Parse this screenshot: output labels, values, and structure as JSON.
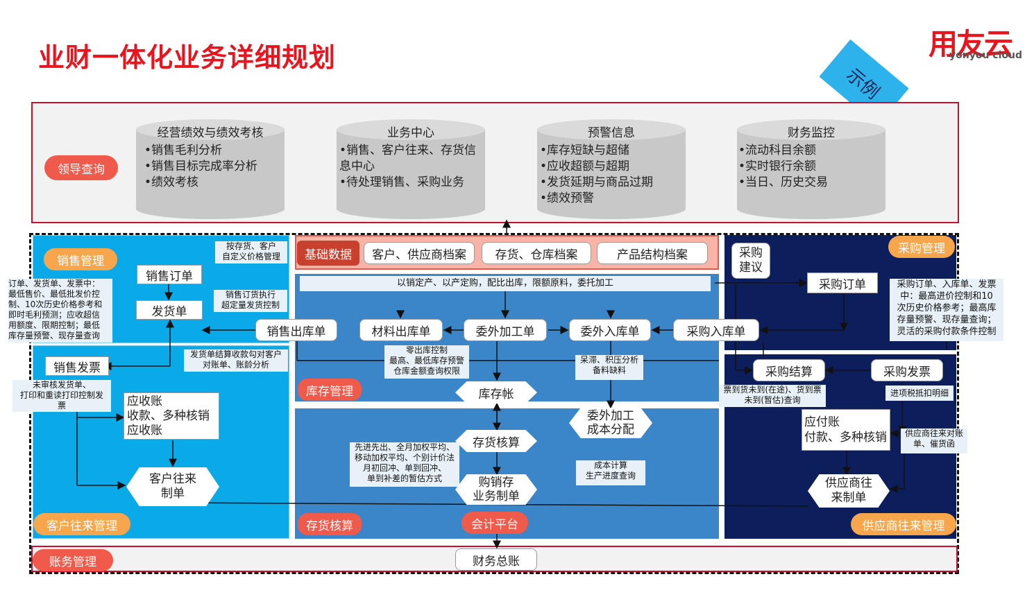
{
  "title": "业财一体化业务详细规划",
  "logo": {
    "brand": "用友云",
    "sub": "yonyou cloud"
  },
  "ribbon": "示例",
  "leader": {
    "label": "领导查询",
    "cylinders": [
      {
        "title": "经营绩效与绩效考核",
        "items": [
          "•销售毛利分析",
          "•销售目标完成率分析",
          "•绩效考核"
        ]
      },
      {
        "title": "业务中心",
        "items": [
          "•销售、客户往来、存货信",
          " 息中心",
          "•待处理销售、采购业务"
        ]
      },
      {
        "title": "预警信息",
        "items": [
          "•库存短缺与超储",
          "•应收超额与超期",
          "•发货延期与商品过期",
          "•绩效预警"
        ]
      },
      {
        "title": "财务监控",
        "items": [
          "•流动科目余额",
          "•实时银行余额",
          "•当日、历史交易"
        ]
      }
    ]
  },
  "sales": {
    "label": "销售管理",
    "order": "销售订单",
    "delivery": "发货单",
    "invoice": "销售发票",
    "note_price": "按存货、客户\n自定义价格管理",
    "note_exec": "销售订货执行\n超定量发货控制",
    "note_left": "订单、发货单、发票中：\n最低售价、最低批发价控\n制、10次历史价格参考和\n即时毛利预测；应收超信\n用额度、限期控制；最低\n库存量预警、现存量查询",
    "note_settle": "发货单结算收款勾对客户\n对账单、账龄分析",
    "note_unaudited": "未审核发货单、\n打印和重读打印控制发\n票"
  },
  "customer": {
    "label": "客户往来管理",
    "ar": "应收账\n收款、多种核销\n应收账",
    "ledger": "客户往来\n制单"
  },
  "basic": {
    "label": "基础数据",
    "items": [
      "客户、供应商档案",
      "存货、仓库档案",
      "产品结构档案"
    ]
  },
  "inventory": {
    "label": "库存管理",
    "banner": "以销定产、以产定购，配比出库，限额原料，委托加工",
    "sales_out": "销售出库单",
    "material_out": "材料出库单",
    "outsource": "委外加工单",
    "outsource_in": "委外入库单",
    "purchase_in": "采购入库单",
    "note_zero": "零出库控制\n最高、最低库存预警\n仓库金额查询权限",
    "note_stale": "呆滞、积压分析\n备料缺料",
    "stock_ledger": "库存帐"
  },
  "costing": {
    "label": "存货核算",
    "stock_accounting": "存货核算",
    "outsource_cost": "委外加工\n成本分配",
    "note_methods": "先进先出、全月加权平均、\n移动加权平均、个别计价法\n月初回冲、单到回冲、\n单到补差的暂估方式",
    "note_cost": "成本计算\n生产进度查询",
    "psi": "购销存\n业务制单",
    "platform": "会计平台"
  },
  "purchase": {
    "label": "采购管理",
    "suggest": "采购\n建议",
    "order": "采购订单",
    "note": "采购订单、入库单、发票\n中：最高进价控制和10\n次历史价格参考；最高库\n存量预警、现存量查询；\n灵活的采购付款条件控制",
    "settle": "采购结算",
    "invoice": "采购发票",
    "note_arrival": "票到货未到(在途)、货到票\n未到(暂估)查询",
    "note_tax": "进项税抵扣明细"
  },
  "supplier": {
    "label": "供应商往来管理",
    "ap": "应付账\n付款、多种核销",
    "note_recon": "供应商往来对账\n单、催货函",
    "ledger": "供应商往\n来制单"
  },
  "accounting": {
    "label": "账务管理",
    "gl": "财务总账"
  }
}
